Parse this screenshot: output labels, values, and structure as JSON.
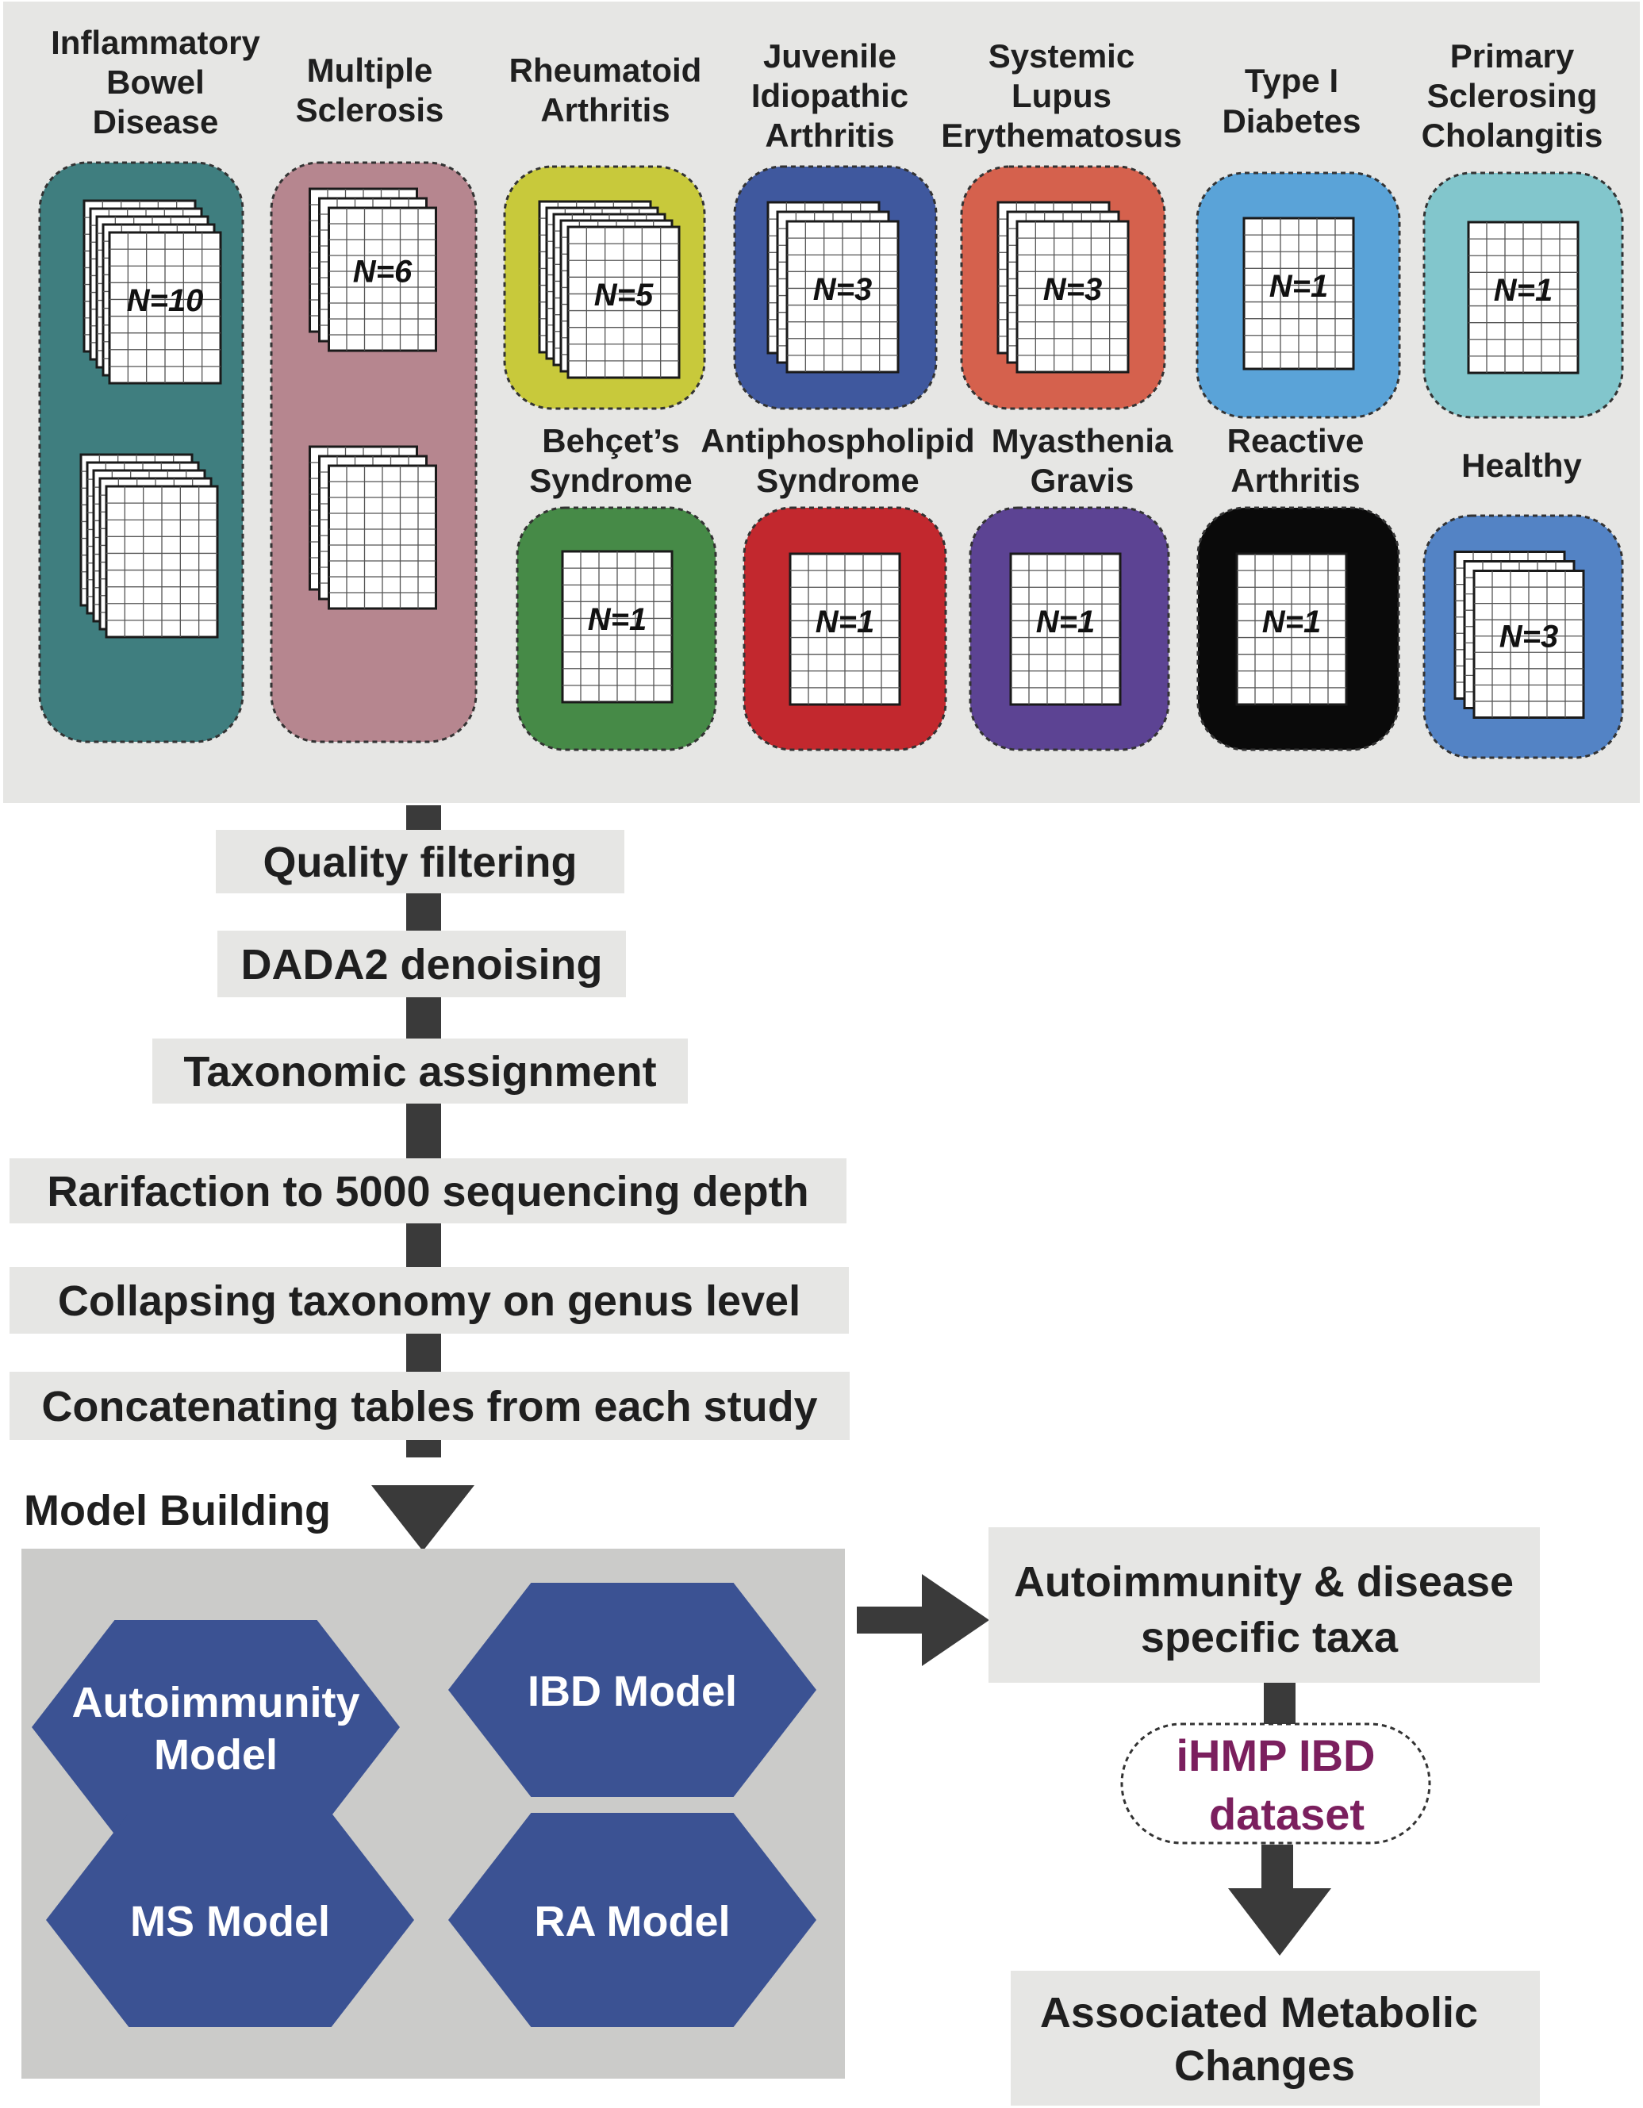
{
  "colors": {
    "panel_bg": "#e6e6e4",
    "model_bg": "#cbcbc9",
    "step_bg": "#e6e6e4",
    "arrow": "#3a3a3a",
    "hex": "#3b5293",
    "ihmp_text": "#7b1f5e"
  },
  "diseases": [
    {
      "id": "ibd",
      "label": [
        "Inflammatory",
        "Bowel",
        "Disease"
      ],
      "n_label": "N=10",
      "sheets": 10,
      "color": "#3f7e7f"
    },
    {
      "id": "ms",
      "label": [
        "Multiple",
        "Sclerosis"
      ],
      "n_label": "N=6",
      "sheets": 6,
      "color": "#b6868f"
    },
    {
      "id": "ra",
      "label": [
        "Rheumatoid",
        "Arthritis"
      ],
      "n_label": "N=5",
      "sheets": 5,
      "color": "#c8c93b"
    },
    {
      "id": "jia",
      "label": [
        "Juvenile",
        "Idiopathic",
        "Arthritis"
      ],
      "n_label": "N=3",
      "sheets": 3,
      "color": "#3f589e"
    },
    {
      "id": "sle",
      "label": [
        "Systemic",
        "Lupus",
        "Erythematosus"
      ],
      "n_label": "N=3",
      "sheets": 3,
      "color": "#d5614d"
    },
    {
      "id": "t1d",
      "label": [
        "Type I",
        "Diabetes"
      ],
      "n_label": "N=1",
      "sheets": 1,
      "color": "#5aa3d8"
    },
    {
      "id": "psc",
      "label": [
        "Primary",
        "Sclerosing",
        "Cholangitis"
      ],
      "n_label": "N=1",
      "sheets": 1,
      "color": "#82c6cc"
    },
    {
      "id": "behcet",
      "label": [
        "Behçet’s",
        "Syndrome"
      ],
      "n_label": "N=1",
      "sheets": 1,
      "color": "#468a47"
    },
    {
      "id": "aps",
      "label": [
        "Antiphospholipid",
        "Syndrome"
      ],
      "n_label": "N=1",
      "sheets": 1,
      "color": "#c2282e"
    },
    {
      "id": "mg",
      "label": [
        "Myasthenia",
        "Gravis"
      ],
      "n_label": "N=1",
      "sheets": 1,
      "color": "#5c4393"
    },
    {
      "id": "reactive",
      "label": [
        "Reactive",
        "Arthritis"
      ],
      "n_label": "N=1",
      "sheets": 1,
      "color": "#0a0a0a"
    },
    {
      "id": "healthy",
      "label": [
        "Healthy"
      ],
      "n_label": "N=3",
      "sheets": 3,
      "color": "#5383c5"
    }
  ],
  "pipeline_steps": [
    "Quality filtering",
    "DADA2 denoising",
    "Taxonomic assignment",
    "Rarifaction to 5000 sequencing depth",
    "Collapsing taxonomy on genus level",
    "Concatenating tables from each study"
  ],
  "model_building": {
    "title": "Model Building",
    "models": [
      [
        "Autoimmunity",
        "Model"
      ],
      [
        "IBD Model"
      ],
      [
        "MS Model"
      ],
      [
        "RA Model"
      ]
    ]
  },
  "results": {
    "taxa": [
      "Autoimmunity & disease",
      "specific taxa"
    ],
    "dataset": [
      "iHMP IBD",
      "dataset"
    ],
    "metabolic": [
      "Associated Metabolic",
      "Changes"
    ]
  }
}
